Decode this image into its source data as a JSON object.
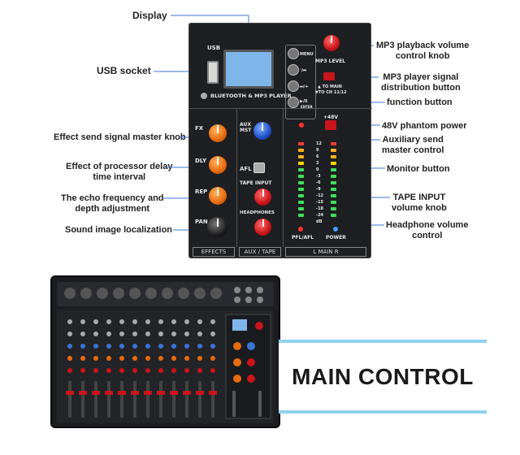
{
  "callouts": {
    "display": "Display",
    "usb_socket": "USB socket",
    "effect_send": "Effect send signal master knob",
    "processor_delay": "Effect of processor delay\ntime interval",
    "echo": "The echo frequency and\ndepth adjustment",
    "sound_image": "Sound image localization",
    "mp3_volume": "MP3 playback volume\ncontrol knob",
    "mp3_distribution": "MP3 player signal\ndistribution button",
    "function_button": "function button",
    "phantom": "48V phantom power",
    "aux_send": "Auxiliary send\nmaster control",
    "monitor": "Monitor button",
    "tape_input": "TAPE INPUT\nvolume knob",
    "headphone": "Headphone volume\ncontrol"
  },
  "panel": {
    "usb": "USB",
    "bt_title": "BLUETOOTH & MP3 PLAYER",
    "menu": "MENU",
    "prev": "ʿ/⏮",
    "next": "⏭/+",
    "play": "▶/II",
    "enter": "ENTER",
    "mp3_level": "MP3 LEVEL",
    "to_main": "▲ TO MAIN",
    "to_ch": "▼TO CH 11/12",
    "plus48v": "+48V",
    "fx": "FX",
    "dly": "DLY",
    "rep": "REP",
    "pan": "PAN",
    "aux_mst": "AUX\nMST",
    "afl": "AFL",
    "tape_input": "TAPE INPUT",
    "headphones": "HEADPHONES",
    "pfl_afl": "PFL/AFL",
    "power": "POWER",
    "meter": [
      "12",
      "9",
      "6",
      "3",
      "0",
      "-3",
      "-6",
      "-9",
      "-12",
      "-15",
      "-18",
      "-24",
      "dB"
    ]
  },
  "footers": {
    "effects": "EFFECTS",
    "aux_tape": "AUX / TAPE",
    "l_main_r": "L  MAIN  R"
  },
  "banner": {
    "title": "MAIN CONTROL"
  },
  "colors": {
    "panel": "#1e1f22",
    "orange_knob": "#e76b0f",
    "red_knob": "#c9151b",
    "blue_knob": "#1e4fc8",
    "callout_line": "#3a74d8",
    "banner_stripe": "#8fd3f0"
  }
}
